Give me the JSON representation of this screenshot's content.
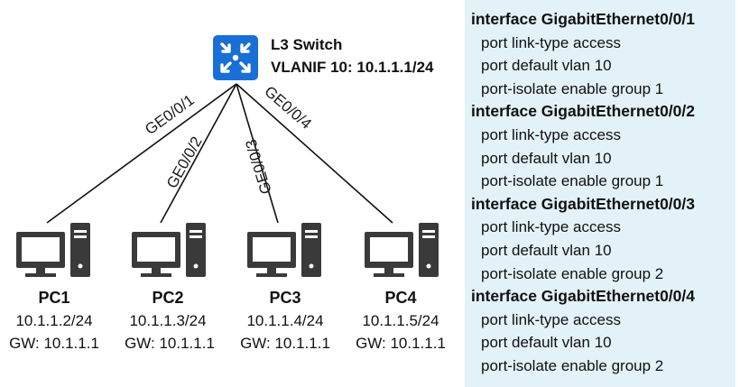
{
  "switch": {
    "name": "L3 Switch",
    "vlanif": "VLANIF 10: 10.1.1.1/24",
    "icon": "l3-switch-icon",
    "color": "#1a6fd6"
  },
  "links": [
    {
      "label": "GE0/0/1"
    },
    {
      "label": "GE0/0/2"
    },
    {
      "label": "GE0/0/3"
    },
    {
      "label": "GE0/0/4"
    }
  ],
  "pcs": [
    {
      "name": "PC1",
      "ip": "10.1.1.2/24",
      "gw": "GW: 10.1.1.1",
      "icon": "desktop-pc-icon"
    },
    {
      "name": "PC2",
      "ip": "10.1.1.3/24",
      "gw": "GW: 10.1.1.1",
      "icon": "desktop-pc-icon"
    },
    {
      "name": "PC3",
      "ip": "10.1.1.4/24",
      "gw": "GW: 10.1.1.1",
      "icon": "desktop-pc-icon"
    },
    {
      "name": "PC4",
      "ip": "10.1.1.5/24",
      "gw": "GW: 10.1.1.1",
      "icon": "desktop-pc-icon"
    }
  ],
  "config": {
    "background": "#e3f1f8",
    "blocks": [
      {
        "interface": "interface GigabitEthernet0/0/1",
        "commands": [
          "port link-type access",
          "port default vlan 10",
          "port-isolate enable group 1"
        ]
      },
      {
        "interface": "interface GigabitEthernet0/0/2",
        "commands": [
          "port link-type access",
          "port default vlan 10",
          "port-isolate enable group 1"
        ]
      },
      {
        "interface": "interface GigabitEthernet0/0/3",
        "commands": [
          "port link-type access",
          "port default vlan 10",
          "port-isolate enable group 2"
        ]
      },
      {
        "interface": "interface GigabitEthernet0/0/4",
        "commands": [
          "port link-type access",
          "port default vlan 10",
          "port-isolate enable group 2"
        ]
      }
    ]
  }
}
